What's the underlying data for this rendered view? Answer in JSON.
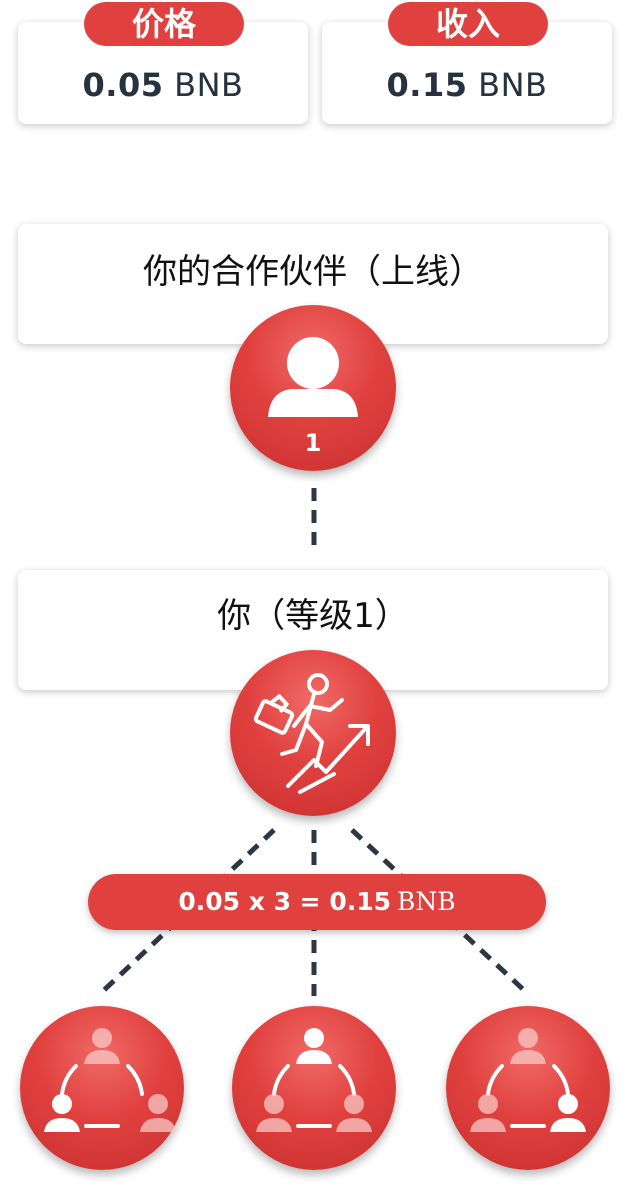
{
  "stats": {
    "price": {
      "label": "价格",
      "value": "0.05",
      "unit": "BNB"
    },
    "income": {
      "label": "收入",
      "value": "0.15",
      "unit": "BNB"
    }
  },
  "upline": {
    "title": "你的合作伙伴（上线）",
    "level": "1",
    "icon": "person-icon"
  },
  "you": {
    "title": "你（等级1）",
    "icon": "climbing-businessman-icon"
  },
  "formula": {
    "text": "0.05 x 3 = 0.15",
    "unit": "BNB"
  },
  "referrals": [
    {
      "icon": "team-cycle-icon",
      "highlight": "left"
    },
    {
      "icon": "team-cycle-icon",
      "highlight": "top"
    },
    {
      "icon": "team-cycle-icon",
      "highlight": "right"
    }
  ],
  "colors": {
    "accent": "#e0413f",
    "text": "#26323f",
    "line": "#2c3644"
  }
}
